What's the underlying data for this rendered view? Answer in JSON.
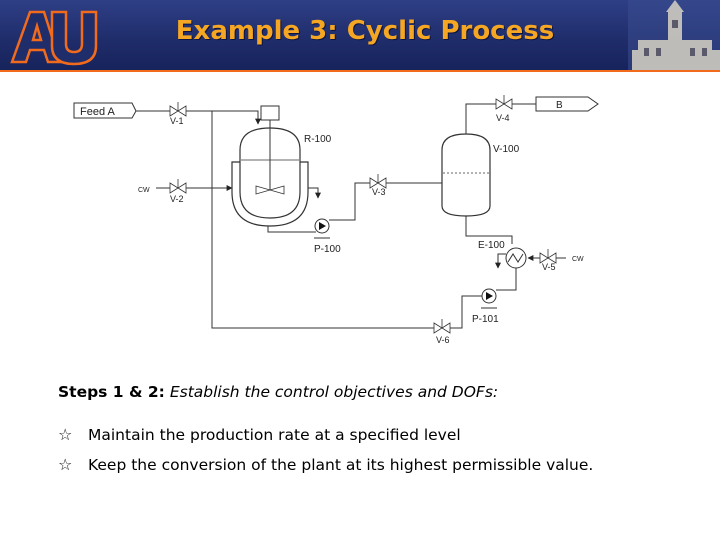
{
  "slide": {
    "title": "Example 3: Cyclic Process",
    "steps_label": "Steps 1 & 2:",
    "steps_description": "Establish the control objectives and DOFs:",
    "bullets": [
      "Maintain the production rate at a specified level",
      "Keep the conversion of the plant at its highest permissible value."
    ]
  },
  "diagram": {
    "feed_label": "Feed A",
    "product_label": "B",
    "valves": [
      "V-1",
      "V-2",
      "V-3",
      "V-4",
      "V-5",
      "V-6"
    ],
    "reactor": "R-100",
    "vessel": "V-100",
    "exchanger": "E-100",
    "pumps": [
      "P-100",
      "P-101"
    ],
    "cw_label": "CW"
  },
  "colors": {
    "banner": "#1f2d6b",
    "title": "#f5a623",
    "accent_orange": "#f26b1d"
  }
}
